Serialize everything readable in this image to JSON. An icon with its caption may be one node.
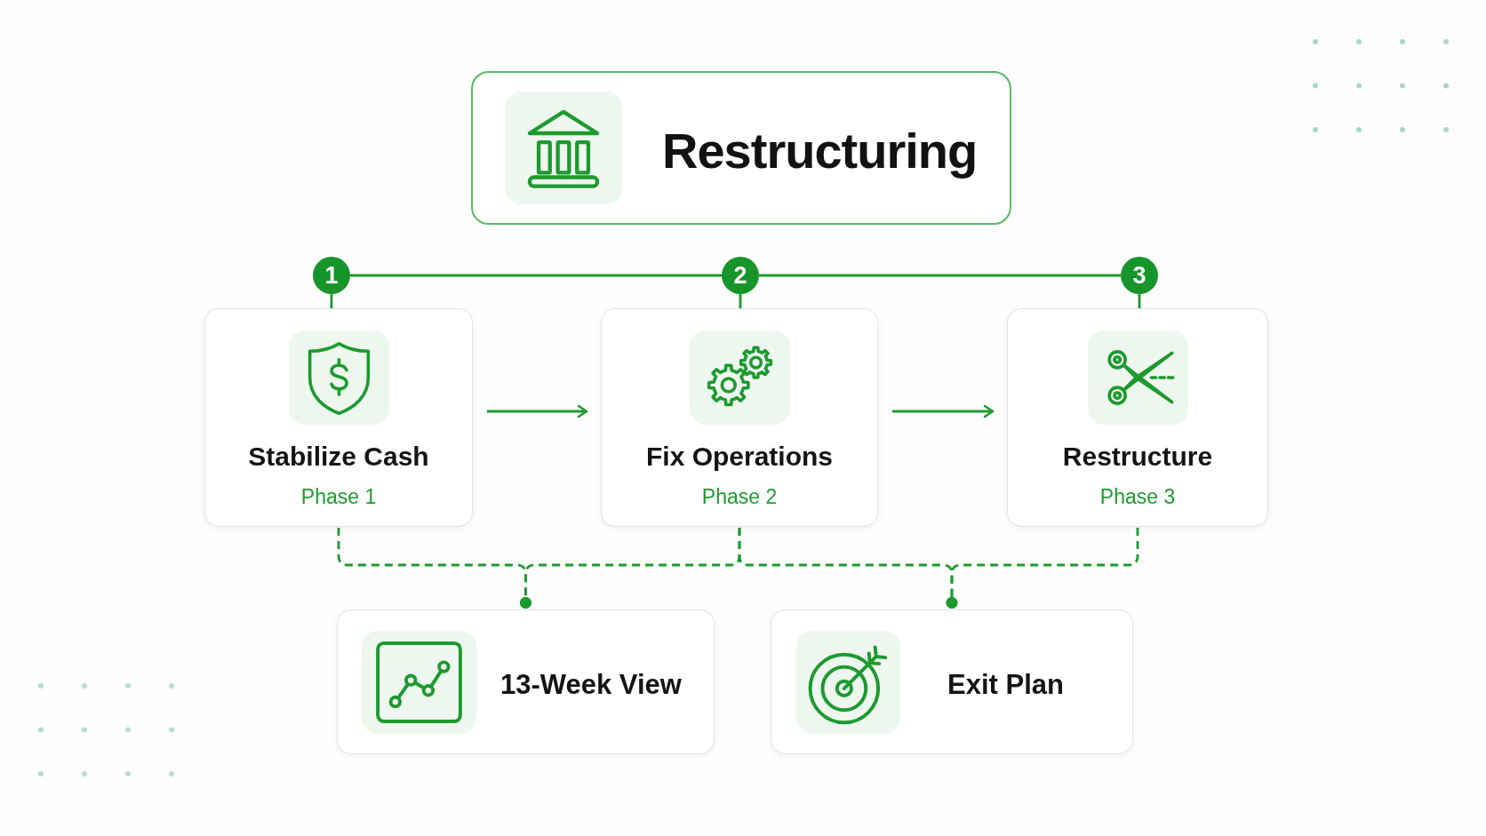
{
  "diagram": {
    "nodes": [
      {
        "text": [
          "Restructuring"
        ]
      },
      {
        "text": [
          "1"
        ]
      },
      {
        "text": [
          "2"
        ]
      },
      {
        "text": [
          "3"
        ]
      },
      {
        "text": [
          "Stabilize Cash",
          "Phase 1"
        ]
      },
      {
        "text": [
          "Fix Operations",
          "Phase 2"
        ]
      },
      {
        "text": [
          "Restructure",
          "Phase 3"
        ]
      },
      {
        "text": [
          "13-Week View"
        ]
      },
      {
        "text": [
          "Exit Plan"
        ]
      }
    ],
    "edges": [
      {
        "from": 1,
        "to": 2,
        "arrow": "none"
      },
      {
        "from": 2,
        "to": 3,
        "arrow": "none"
      },
      {
        "from": 1,
        "to": 4,
        "arrow": "none"
      },
      {
        "from": 2,
        "to": 5,
        "arrow": "none"
      },
      {
        "from": 3,
        "to": 6,
        "arrow": "none"
      },
      {
        "from": 4,
        "to": 5,
        "arrow": "to"
      },
      {
        "from": 5,
        "to": 6,
        "arrow": "to"
      },
      {
        "from": 4,
        "to": 7,
        "arrow": "other",
        "style": "dashed"
      },
      {
        "from": 5,
        "to": 7,
        "arrow": "other",
        "style": "dashed"
      },
      {
        "from": 5,
        "to": 8,
        "arrow": "other",
        "style": "dashed"
      },
      {
        "from": 6,
        "to": 8,
        "arrow": "other",
        "style": "dashed"
      }
    ]
  }
}
